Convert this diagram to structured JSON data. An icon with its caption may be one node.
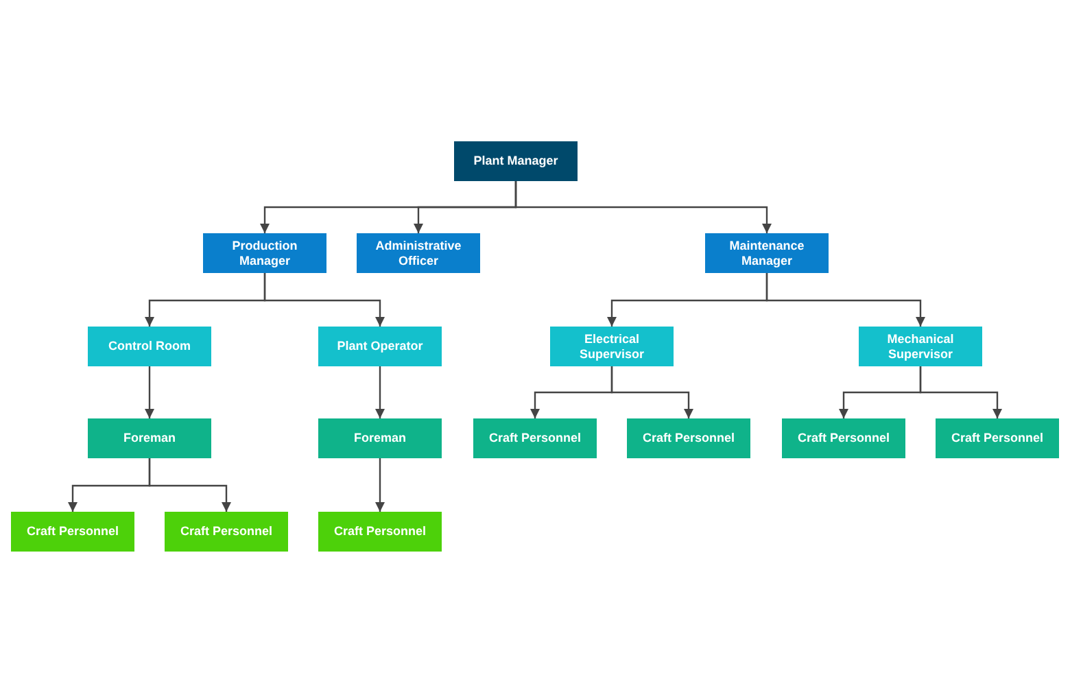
{
  "diagram": {
    "nodes": [
      {
        "text": [
          "Plant Manager"
        ]
      },
      {
        "text": [
          "Production Manager"
        ]
      },
      {
        "text": [
          "Administrative Officer"
        ]
      },
      {
        "text": [
          "Maintenance Manager"
        ]
      },
      {
        "text": [
          "Control Room"
        ]
      },
      {
        "text": [
          "Plant Operator"
        ]
      },
      {
        "text": [
          "Electrical Supervisor"
        ]
      },
      {
        "text": [
          "Mechanical Supervisor"
        ]
      },
      {
        "text": [
          "Foreman"
        ]
      },
      {
        "text": [
          "Foreman"
        ]
      },
      {
        "text": [
          "Craft Personnel"
        ]
      },
      {
        "text": [
          "Craft Personnel"
        ]
      },
      {
        "text": [
          "Craft Personnel"
        ]
      },
      {
        "text": [
          "Craft Personnel"
        ]
      },
      {
        "text": [
          "Craft Personnel"
        ]
      },
      {
        "text": [
          "Craft Personnel"
        ]
      },
      {
        "text": [
          "Craft Personnel"
        ]
      }
    ],
    "edges": [
      {
        "from": 0,
        "to": 1,
        "arrow": "to"
      },
      {
        "from": 0,
        "to": 2,
        "arrow": "to"
      },
      {
        "from": 0,
        "to": 3,
        "arrow": "to"
      },
      {
        "from": 1,
        "to": 4,
        "arrow": "to"
      },
      {
        "from": 1,
        "to": 5,
        "arrow": "to"
      },
      {
        "from": 3,
        "to": 6,
        "arrow": "to"
      },
      {
        "from": 3,
        "to": 7,
        "arrow": "to"
      },
      {
        "from": 4,
        "to": 8,
        "arrow": "to"
      },
      {
        "from": 5,
        "to": 9,
        "arrow": "to"
      },
      {
        "from": 6,
        "to": 10,
        "arrow": "to"
      },
      {
        "from": 6,
        "to": 11,
        "arrow": "to"
      },
      {
        "from": 7,
        "to": 12,
        "arrow": "to"
      },
      {
        "from": 7,
        "to": 13,
        "arrow": "to"
      },
      {
        "from": 8,
        "to": 14,
        "arrow": "to"
      },
      {
        "from": 8,
        "to": 15,
        "arrow": "to"
      },
      {
        "from": 9,
        "to": 16,
        "arrow": "to"
      }
    ]
  }
}
